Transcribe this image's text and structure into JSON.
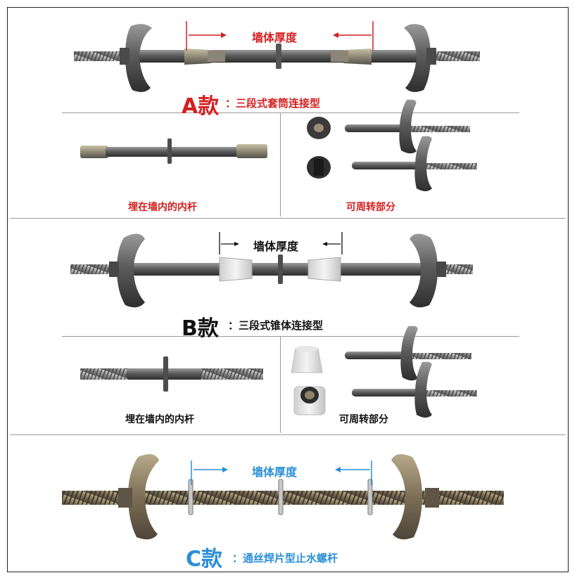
{
  "sections": {
    "a": {
      "thickness_label": "墙体厚度",
      "model_label": "A款",
      "model_desc": "：三段式套筒连接型",
      "inner_rod_caption": "埋在墙内的内杆",
      "removable_caption": "可周转部分"
    },
    "b": {
      "thickness_label": "墙体厚度",
      "model_label": "B款",
      "model_desc": "：三段式锥体连接型",
      "inner_rod_caption": "埋在墙内的内杆",
      "removable_caption": "可周转部分"
    },
    "c": {
      "thickness_label": "墙体厚度",
      "model_label": "C款",
      "model_desc": "：通丝焊片型止水螺杆"
    }
  },
  "colors": {
    "red": "#d42020",
    "blue": "#2a8fd6",
    "black": "#111111"
  }
}
